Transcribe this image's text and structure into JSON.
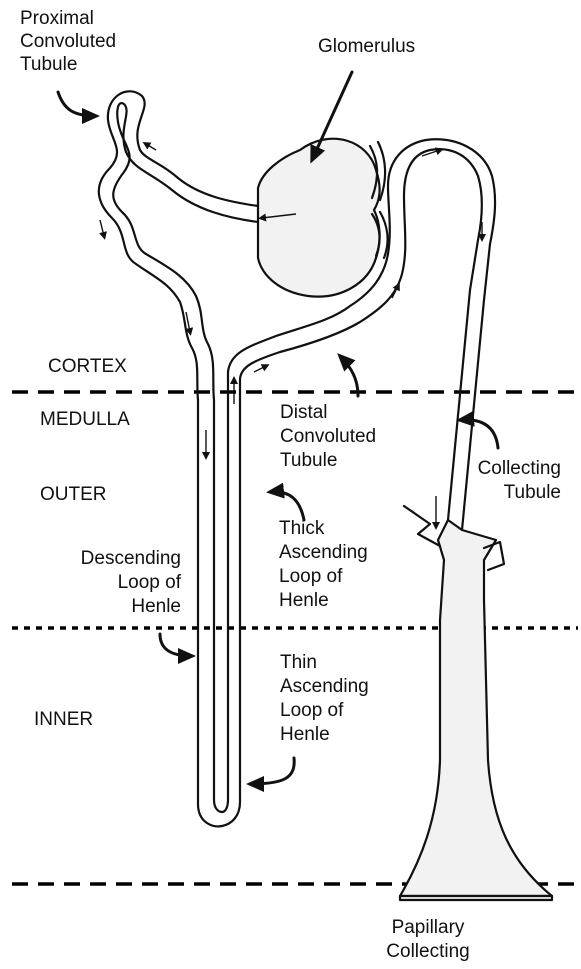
{
  "labels": {
    "proximal": [
      "Proximal",
      "Convoluted",
      "Tubule"
    ],
    "glomerulus": [
      "Glomerulus"
    ],
    "cortex": [
      "CORTEX"
    ],
    "medulla": [
      "MEDULLA"
    ],
    "outer": [
      "OUTER"
    ],
    "inner": [
      "INNER"
    ],
    "distal": [
      "Distal",
      "Convoluted",
      "Tubule"
    ],
    "collecting_tubule": [
      "Collecting",
      "Tubule"
    ],
    "thick_ascending": [
      "Thick",
      "Ascending",
      "Loop of",
      "Henle"
    ],
    "descending": [
      "Descending",
      "Loop of",
      "Henle"
    ],
    "thin_ascending": [
      "Thin",
      "Ascending",
      "Loop of",
      "Henle"
    ],
    "papillary": [
      "Papillary",
      "Collecting"
    ]
  }
}
